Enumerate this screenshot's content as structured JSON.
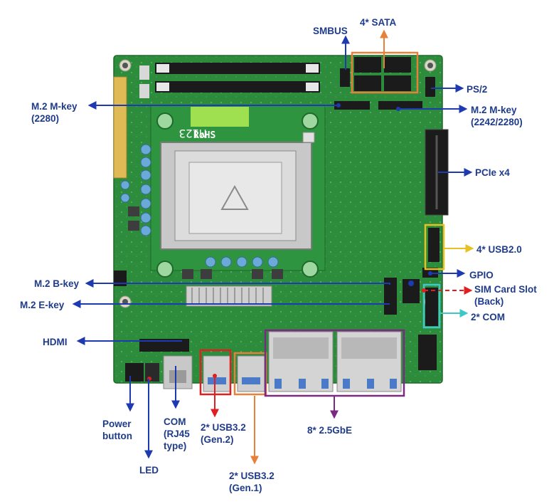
{
  "board": {
    "model_text": "M123",
    "rohs_text": "RoHS"
  },
  "labels": {
    "smbus": "SMBUS",
    "sata": "4* SATA",
    "ps2": "PS/2",
    "m2_mkey_left": "M.2 M-key\n(2280)",
    "m2_mkey_right": "M.2 M-key\n(2242/2280)",
    "pcie": "PCIe x4",
    "usb20": "4* USB2.0",
    "gpio": "GPIO",
    "sim": "SIM Card Slot\n(Back)",
    "com2": "2* COM",
    "m2_bkey": "M.2 B-key",
    "m2_ekey": "M.2 E-key",
    "hdmi": "HDMI",
    "power": "Power\nbutton",
    "led": "LED",
    "com_rj45": "COM\n(RJ45\ntype)",
    "usb32_gen2": "2* USB3.2\n(Gen.2)",
    "usb32_gen1": "2* USB3.2\n(Gen.1)",
    "gbe": "8* 2.5GbE"
  },
  "colors": {
    "label_text": "#1f3b8c",
    "arrow_blue": "#1e3ab0",
    "sata_orange": "#e8803a",
    "usb_gen1_orange": "#e8803a",
    "usb_gen2_red": "#e02020",
    "sim_red": "#e02020",
    "usb20_yellow": "#e8c020",
    "com_cyan": "#40c8c8",
    "lan_purple": "#7a2a80",
    "pcb_green": "#2a8a3a"
  }
}
